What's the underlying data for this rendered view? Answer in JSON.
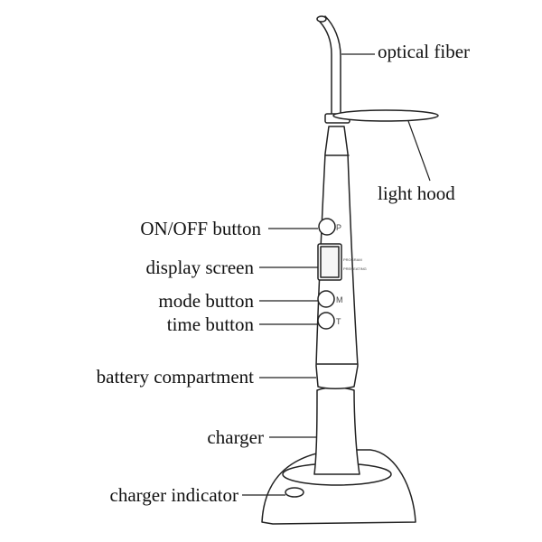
{
  "diagram": {
    "labels": {
      "optical_fiber": "optical fiber",
      "light_hood": "light hood",
      "on_off_button": "ON/OFF button",
      "display_screen": "display screen",
      "mode_button": "mode button",
      "time_button": "time button",
      "battery_compartment": "battery compartment",
      "charger": "charger",
      "charger_indicator": "charger indicator"
    },
    "device_markings": {
      "p_button": "P",
      "m_button": "M",
      "t_button": "T",
      "screen_text_1": "PROGRAM",
      "screen_text_2": "PREHEATING"
    }
  }
}
